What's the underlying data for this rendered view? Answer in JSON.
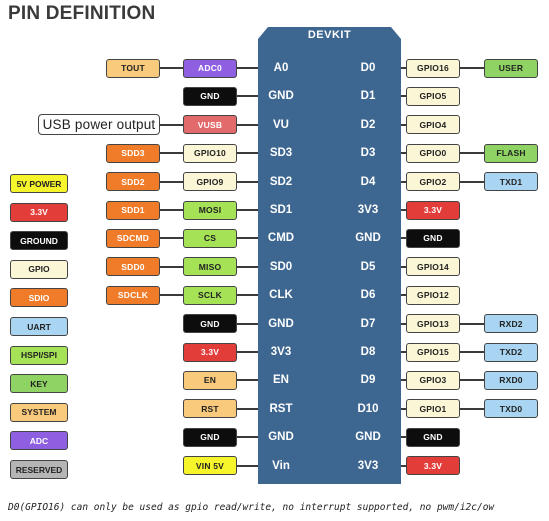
{
  "title": "PIN DEFINITION",
  "board": {
    "name": "DEVKIT"
  },
  "colors": {
    "board": "#3d6691",
    "tout": "#f9c97c",
    "adc": "#8e5fe0",
    "power": "#e33d3a",
    "ground": "#0d0d0d",
    "gpio": "#fbf6d6",
    "sdio": "#f07c2a",
    "uart": "#a9d5f2",
    "hspi": "#a5e256",
    "key": "#8ed364",
    "system": "#f9c97c",
    "reserved": "#b5b5b5",
    "power_5v": "#f6f42a",
    "usb_power": "#e36a6a"
  },
  "rows": [
    {
      "left_pin": "A0",
      "right_pin": "D0",
      "left": [
        {
          "text": "TOUT",
          "bg": "#f9c97c",
          "fg": "#222222"
        },
        {
          "text": "ADC0",
          "bg": "#8e5fe0",
          "fg": "#ffffff"
        }
      ],
      "right": [
        {
          "text": "GPIO16",
          "bg": "#fbf6d6",
          "fg": "#222222"
        },
        {
          "text": "USER",
          "bg": "#8ed364",
          "fg": "#222222"
        }
      ]
    },
    {
      "left_pin": "GND",
      "right_pin": "D1",
      "left": [
        {
          "text": "GND",
          "bg": "#0d0d0d",
          "fg": "#ffffff"
        }
      ],
      "right": [
        {
          "text": "GPIO5",
          "bg": "#fbf6d6",
          "fg": "#222222"
        }
      ]
    },
    {
      "left_pin": "VU",
      "right_pin": "D2",
      "left": [
        {
          "text": "USB power output",
          "bg": "#ffffff",
          "fg": "#222222",
          "plain": true
        },
        {
          "text": "VUSB",
          "bg": "#e36a6a",
          "fg": "#ffffff"
        }
      ],
      "right": [
        {
          "text": "GPIO4",
          "bg": "#fbf6d6",
          "fg": "#222222"
        }
      ]
    },
    {
      "left_pin": "SD3",
      "right_pin": "D3",
      "left": [
        {
          "text": "SDD3",
          "bg": "#f07c2a",
          "fg": "#ffffff"
        },
        {
          "text": "GPIO10",
          "bg": "#fbf6d6",
          "fg": "#222222"
        }
      ],
      "right": [
        {
          "text": "GPIO0",
          "bg": "#fbf6d6",
          "fg": "#222222"
        },
        {
          "text": "FLASH",
          "bg": "#8ed364",
          "fg": "#222222"
        }
      ]
    },
    {
      "left_pin": "SD2",
      "right_pin": "D4",
      "left": [
        {
          "text": "SDD2",
          "bg": "#f07c2a",
          "fg": "#ffffff"
        },
        {
          "text": "GPIO9",
          "bg": "#fbf6d6",
          "fg": "#222222"
        }
      ],
      "right": [
        {
          "text": "GPIO2",
          "bg": "#fbf6d6",
          "fg": "#222222"
        },
        {
          "text": "TXD1",
          "bg": "#a9d5f2",
          "fg": "#222222"
        }
      ]
    },
    {
      "left_pin": "SD1",
      "right_pin": "3V3",
      "left": [
        {
          "text": "SDD1",
          "bg": "#f07c2a",
          "fg": "#ffffff"
        },
        {
          "text": "MOSI",
          "bg": "#a5e256",
          "fg": "#222222"
        }
      ],
      "right": [
        {
          "text": "3.3V",
          "bg": "#e33d3a",
          "fg": "#ffffff"
        }
      ]
    },
    {
      "left_pin": "CMD",
      "right_pin": "GND",
      "left": [
        {
          "text": "SDCMD",
          "bg": "#f07c2a",
          "fg": "#ffffff"
        },
        {
          "text": "CS",
          "bg": "#a5e256",
          "fg": "#222222"
        }
      ],
      "right": [
        {
          "text": "GND",
          "bg": "#0d0d0d",
          "fg": "#ffffff"
        }
      ]
    },
    {
      "left_pin": "SD0",
      "right_pin": "D5",
      "left": [
        {
          "text": "SDD0",
          "bg": "#f07c2a",
          "fg": "#ffffff"
        },
        {
          "text": "MISO",
          "bg": "#a5e256",
          "fg": "#222222"
        }
      ],
      "right": [
        {
          "text": "GPIO14",
          "bg": "#fbf6d6",
          "fg": "#222222"
        }
      ]
    },
    {
      "left_pin": "CLK",
      "right_pin": "D6",
      "left": [
        {
          "text": "SDCLK",
          "bg": "#f07c2a",
          "fg": "#ffffff"
        },
        {
          "text": "SCLK",
          "bg": "#a5e256",
          "fg": "#222222"
        }
      ],
      "right": [
        {
          "text": "GPIO12",
          "bg": "#fbf6d6",
          "fg": "#222222"
        }
      ]
    },
    {
      "left_pin": "GND",
      "right_pin": "D7",
      "left": [
        {
          "text": "GND",
          "bg": "#0d0d0d",
          "fg": "#ffffff"
        }
      ],
      "right": [
        {
          "text": "GPIO13",
          "bg": "#fbf6d6",
          "fg": "#222222"
        },
        {
          "text": "RXD2",
          "bg": "#a9d5f2",
          "fg": "#222222"
        }
      ]
    },
    {
      "left_pin": "3V3",
      "right_pin": "D8",
      "left": [
        {
          "text": "3.3V",
          "bg": "#e33d3a",
          "fg": "#ffffff"
        }
      ],
      "right": [
        {
          "text": "GPIO15",
          "bg": "#fbf6d6",
          "fg": "#222222"
        },
        {
          "text": "TXD2",
          "bg": "#a9d5f2",
          "fg": "#222222"
        }
      ]
    },
    {
      "left_pin": "EN",
      "right_pin": "D9",
      "left": [
        {
          "text": "EN",
          "bg": "#f9c97c",
          "fg": "#222222"
        }
      ],
      "right": [
        {
          "text": "GPIO3",
          "bg": "#fbf6d6",
          "fg": "#222222"
        },
        {
          "text": "RXD0",
          "bg": "#a9d5f2",
          "fg": "#222222"
        }
      ]
    },
    {
      "left_pin": "RST",
      "right_pin": "D10",
      "left": [
        {
          "text": "RST",
          "bg": "#f9c97c",
          "fg": "#222222"
        }
      ],
      "right": [
        {
          "text": "GPIO1",
          "bg": "#fbf6d6",
          "fg": "#222222"
        },
        {
          "text": "TXD0",
          "bg": "#a9d5f2",
          "fg": "#222222"
        }
      ]
    },
    {
      "left_pin": "GND",
      "right_pin": "GND",
      "left": [
        {
          "text": "GND",
          "bg": "#0d0d0d",
          "fg": "#ffffff"
        }
      ],
      "right": [
        {
          "text": "GND",
          "bg": "#0d0d0d",
          "fg": "#ffffff"
        }
      ]
    },
    {
      "left_pin": "Vin",
      "right_pin": "3V3",
      "left": [
        {
          "text": "VIN 5V",
          "bg": "#f6f42a",
          "fg": "#222222"
        }
      ],
      "right": [
        {
          "text": "3.3V",
          "bg": "#e33d3a",
          "fg": "#ffffff"
        }
      ]
    }
  ],
  "legend": [
    {
      "text": "5V POWER",
      "bg": "#f6f42a",
      "fg": "#222222"
    },
    {
      "text": "3.3V",
      "bg": "#e33d3a",
      "fg": "#ffffff"
    },
    {
      "text": "GROUND",
      "bg": "#0d0d0d",
      "fg": "#ffffff"
    },
    {
      "text": "GPIO",
      "bg": "#fbf6d6",
      "fg": "#222222"
    },
    {
      "text": "SDIO",
      "bg": "#f07c2a",
      "fg": "#ffffff"
    },
    {
      "text": "UART",
      "bg": "#a9d5f2",
      "fg": "#222222"
    },
    {
      "text": "HSPI/SPI",
      "bg": "#a5e256",
      "fg": "#222222"
    },
    {
      "text": "KEY",
      "bg": "#8ed364",
      "fg": "#222222"
    },
    {
      "text": "SYSTEM",
      "bg": "#f9c97c",
      "fg": "#222222"
    },
    {
      "text": "ADC",
      "bg": "#8e5fe0",
      "fg": "#ffffff"
    },
    {
      "text": "RESERVED",
      "bg": "#b5b5b5",
      "fg": "#222222"
    }
  ],
  "footnote": "D0(GPIO16) can only be used as gpio read/write, no interrupt supported, no pwm/i2c/ow"
}
